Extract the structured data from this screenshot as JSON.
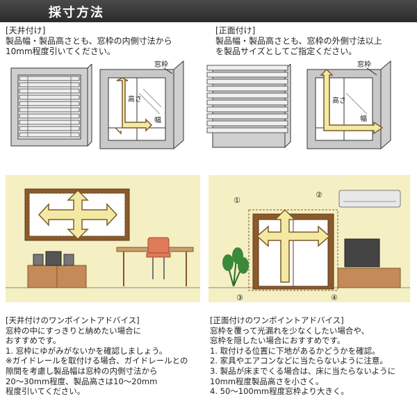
{
  "header": {
    "title": "採寸方法"
  },
  "colors": {
    "header_bg": "#333333",
    "panel_bg": "#f5efc4",
    "arrow_fill": "#f4e9a3",
    "arrow_stroke": "#7a5a2a",
    "frame_brown": "#8b5a2b"
  },
  "ceiling": {
    "label": "[天井付け]",
    "desc_lines": [
      "製品幅・製品高さとも、窓枠の内側寸法から",
      "10mm程度引いてください。"
    ],
    "frame_label": "窓枠",
    "height_label": "高さ",
    "width_label": "幅"
  },
  "front": {
    "label": "[正面付け]",
    "desc_lines": [
      "製品幅・製品高さとも、窓枠の外側寸法以上",
      "を製品サイズとしてご指定ください。"
    ],
    "frame_label": "窓枠",
    "height_label": "高さ",
    "width_label": "幅",
    "markers": [
      "①",
      "②",
      "③",
      "④"
    ]
  },
  "ceiling_tips": {
    "title": "[天井付けのワンポイントアドバイス]",
    "lines": [
      "窓枠の中にすっきりと納めたい場合に",
      "おすすめです。",
      "1. 窓枠にゆがみがないかを確認しましょう。",
      "※ガイドレールを取付ける場合、ガイドレールとの",
      "隙間を考慮し製品幅は窓枠の内側寸法から",
      "20～30mm程度、製品高さは10～20mm",
      "程度引いてください。"
    ]
  },
  "front_tips": {
    "title": "[正面付けのワンポイントアドバイス]",
    "lines": [
      "窓枠を覆って光漏れを少なくしたい場合や、",
      "窓枠を隠したい場合におすすめです。",
      "1. 取付ける位置に下地があるかどうかを確認。",
      "2. 家具やエアコンなどに当たらないように注意。",
      "3. 製品が床までくる場合は、床に当たらないように",
      "10mm程度製品高さを小さく。",
      "4. 50～100mm程度窓枠より大きく。"
    ]
  }
}
